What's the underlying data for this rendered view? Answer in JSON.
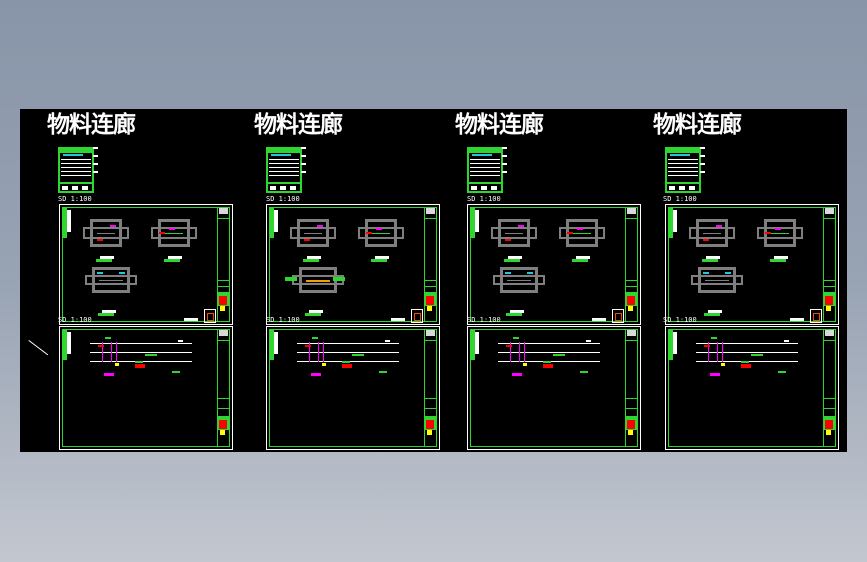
{
  "viewer": {
    "background": "gradient #8895a8 → #c3c7cf",
    "canvas_color": "#000000"
  },
  "colors": {
    "frame_green": "#2fd62f",
    "frame_white": "#ffffff",
    "wall_gray": "#7f7f7f",
    "accent_red": "#ff0000",
    "accent_magenta": "#ff00ff",
    "accent_cyan": "#25c6d8",
    "accent_yellow": "#ffff00",
    "accent_orange": "#f0a000"
  },
  "columns": [
    {
      "title": "物料连廊",
      "top_sheet": {
        "scale_label": "SD 1:100"
      },
      "bottom_sheet": {
        "scale_label": "SD 1:100"
      }
    },
    {
      "title": "物料连廊",
      "top_sheet": {
        "scale_label": "SD 1:100"
      },
      "bottom_sheet": {
        "scale_label": "SD 1:100"
      }
    },
    {
      "title": "物料连廊",
      "top_sheet": {
        "scale_label": "SD 1:100"
      },
      "bottom_sheet": {
        "scale_label": "SD 1:100"
      }
    },
    {
      "title": "物料连廊",
      "top_sheet": {
        "scale_label": "SD 1:100"
      },
      "bottom_sheet": {
        "scale_label": "SD 1:100"
      }
    }
  ]
}
